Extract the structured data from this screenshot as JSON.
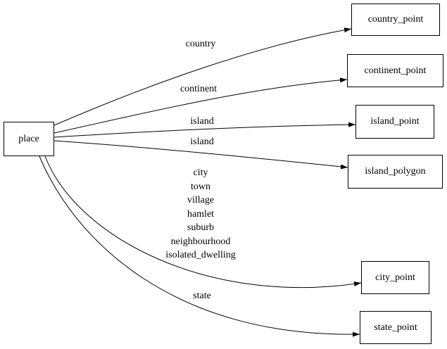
{
  "diagram": {
    "background_color": "#ffffff",
    "line_color": "#000000",
    "nodes": [
      {
        "id": "place",
        "label": "place"
      },
      {
        "id": "country_point",
        "label": "country_point"
      },
      {
        "id": "continent_point",
        "label": "continent_point"
      },
      {
        "id": "island_point",
        "label": "island_point"
      },
      {
        "id": "island_polygon",
        "label": "island_polygon"
      },
      {
        "id": "city_point",
        "label": "city_point"
      },
      {
        "id": "state_point",
        "label": "state_point"
      }
    ],
    "edges": [
      {
        "from": "place",
        "to": "country_point",
        "label": "country"
      },
      {
        "from": "place",
        "to": "continent_point",
        "label": "continent"
      },
      {
        "from": "place",
        "to": "island_point",
        "label": "island"
      },
      {
        "from": "place",
        "to": "island_polygon",
        "label": "island"
      },
      {
        "from": "place",
        "to": "city_point",
        "label_lines": [
          "city",
          "town",
          "village",
          "hamlet",
          "suburb",
          "neighbourhood",
          "isolated_dwelling"
        ]
      },
      {
        "from": "place",
        "to": "state_point",
        "label": "state"
      }
    ]
  }
}
